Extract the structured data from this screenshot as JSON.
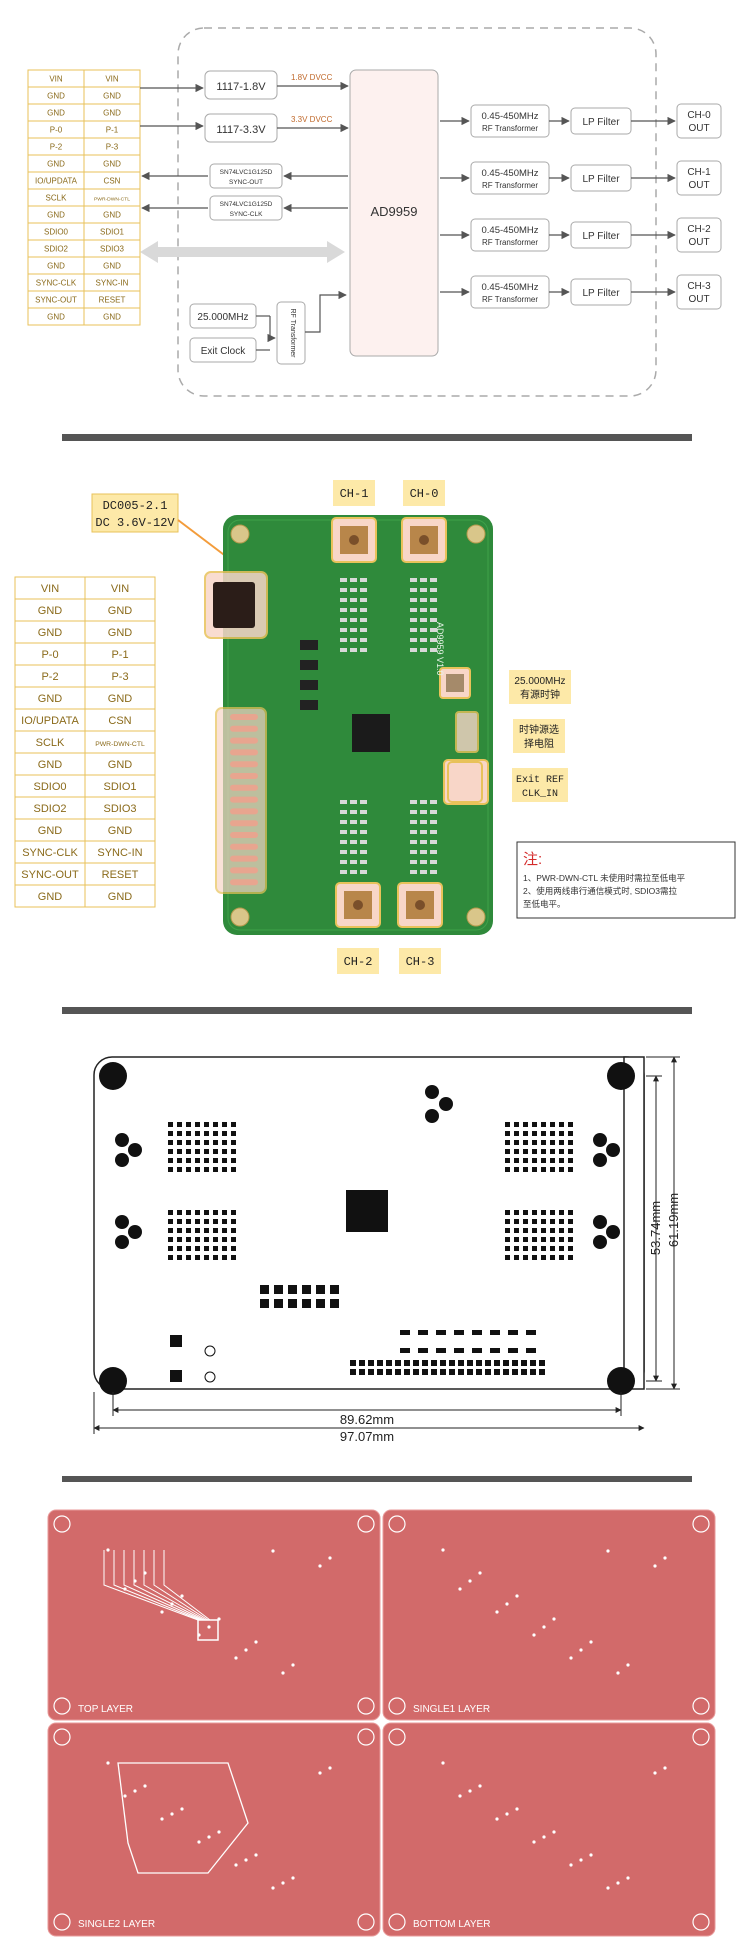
{
  "block_diagram": {
    "pins_left": [
      "VIN",
      "GND",
      "GND",
      "P-0",
      "P-2",
      "GND",
      "IO/UPDATA",
      "SCLK",
      "GND",
      "SDIO0",
      "SDIO2",
      "GND",
      "SYNC-CLK",
      "SYNC-OUT",
      "GND"
    ],
    "pins_right": [
      "VIN",
      "GND",
      "GND",
      "P-1",
      "P-3",
      "GND",
      "CSN",
      "PWR-DWN-CTL",
      "GND",
      "SDIO1",
      "SDIO3",
      "GND",
      "SYNC-IN",
      "RESET",
      "GND"
    ],
    "reg1": "1117-1.8V",
    "reg2": "1117-3.3V",
    "rail1": "1.8V DVCC",
    "rail2": "3.3V DVCC",
    "buf1_line1": "SN74LVC1G125D",
    "buf1_line2": "SYNC-OUT",
    "buf2_line1": "SN74LVC1G125D",
    "buf2_line2": "SYNC-CLK",
    "osc": "25.000MHz",
    "ext_clock": "Exit Clock",
    "rf_vertical": "RF Transformer",
    "chip": "AD9959",
    "channels": [
      {
        "rf_line1": "0.45-450MHz",
        "rf_line2": "RF Transformer",
        "filter": "LP Filter",
        "out_line1": "CH-0",
        "out_line2": "OUT"
      },
      {
        "rf_line1": "0.45-450MHz",
        "rf_line2": "RF Transformer",
        "filter": "LP Filter",
        "out_line1": "CH-1",
        "out_line2": "OUT"
      },
      {
        "rf_line1": "0.45-450MHz",
        "rf_line2": "RF Transformer",
        "filter": "LP Filter",
        "out_line1": "CH-2",
        "out_line2": "OUT"
      },
      {
        "rf_line1": "0.45-450MHz",
        "rf_line2": "RF Transformer",
        "filter": "LP Filter",
        "out_line1": "CH-3",
        "out_line2": "OUT"
      }
    ]
  },
  "board_photo": {
    "dc_label_line1": "DC005-2.1",
    "dc_label_line2": "DC 3.6V-12V",
    "ch_top_left": "CH-1",
    "ch_top_right": "CH-0",
    "ch_bottom_left": "CH-2",
    "ch_bottom_right": "CH-3",
    "osc_line1": "25.000MHz",
    "osc_line2": "有源时钟",
    "sel_line1": "时钟源选",
    "sel_line2": "择电阻",
    "ref_line1": "Exit REF",
    "ref_line2": "CLK_IN",
    "board_text": "AD9959 V1.0",
    "pins_left": [
      "VIN",
      "GND",
      "GND",
      "P-0",
      "P-2",
      "GND",
      "IO/UPDATA",
      "SCLK",
      "GND",
      "SDIO0",
      "SDIO2",
      "GND",
      "SYNC-CLK",
      "SYNC-OUT",
      "GND"
    ],
    "pins_right": [
      "VIN",
      "GND",
      "GND",
      "P-1",
      "P-3",
      "GND",
      "CSN",
      "PWR-DWN-CTL",
      "GND",
      "SDIO1",
      "SDIO3",
      "GND",
      "SYNC-IN",
      "RESET",
      "GND"
    ],
    "note_title": "注:",
    "note_line1": "1、PWR-DWN-CTL 未使用时需拉至低电平",
    "note_line2": "2、使用两线串行通信模式时, SDIO3需拉",
    "note_line3": "至低电平。"
  },
  "dimension_drawing": {
    "dim_h1": "89.62mm",
    "dim_h2": "97.07mm",
    "dim_v1": "53.74mm",
    "dim_v2": "61.19mm"
  },
  "layers": {
    "top": "TOP LAYER",
    "single1": "SINGLE1 LAYER",
    "single2": "SINGLE2 LAYER",
    "bottom": "BOTTOM LAYER"
  },
  "colors": {
    "pin_border": "#e8c25a",
    "label_bg": "#fde9a8",
    "board_green": "#2f8a3b",
    "pcb_red": "#d26a6a",
    "divider": "#555555"
  }
}
